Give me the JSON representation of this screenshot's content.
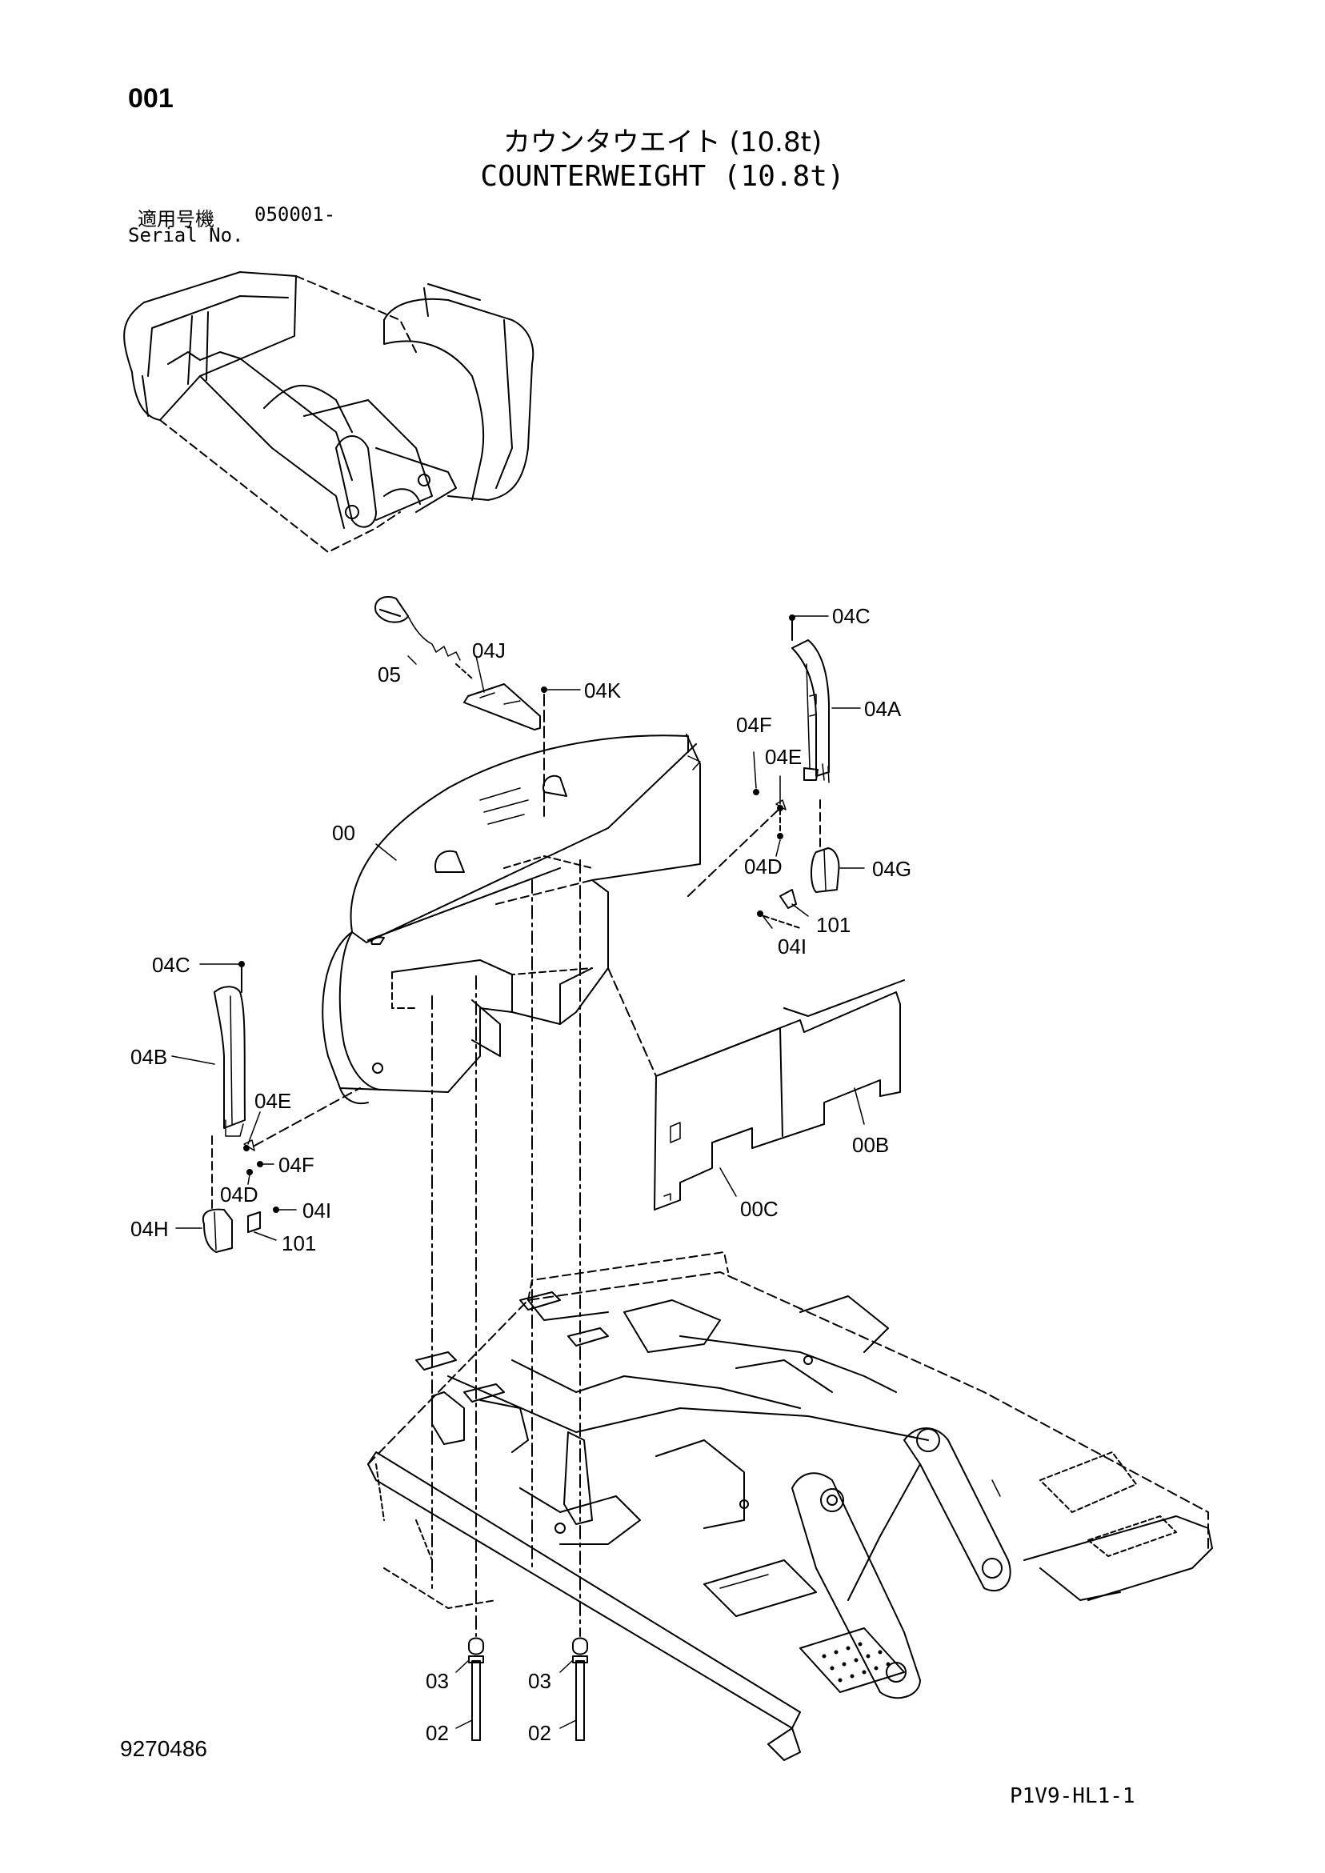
{
  "header": {
    "page_number": "001",
    "title_jp": "カウンタウエイト (10.8t)",
    "title_en": "COUNTERWEIGHT (10.8t)",
    "serial_label_jp": "適用号機",
    "serial_value": "050001-",
    "serial_label_en": "Serial No."
  },
  "callouts": {
    "c05": "05",
    "c04J": "04J",
    "c04K": "04K",
    "c04C_top": "04C",
    "c04A": "04A",
    "c04F_top": "04F",
    "c04E_top": "04E",
    "c00": "00",
    "c04D_top": "04D",
    "c04G": "04G",
    "c101_top": "101",
    "c04I_top": "04I",
    "c04C_left": "04C",
    "c04B": "04B",
    "c04E_left": "04E",
    "c04F_left": "04F",
    "c04D_left": "04D",
    "c04I_left": "04I",
    "c04H": "04H",
    "c101_left": "101",
    "c00B": "00B",
    "c00C": "00C",
    "c03_a": "03",
    "c02_a": "02",
    "c03_b": "03",
    "c02_b": "02"
  },
  "footer": {
    "document_number": "9270486",
    "page_code": "P1V9-HL1-1"
  }
}
